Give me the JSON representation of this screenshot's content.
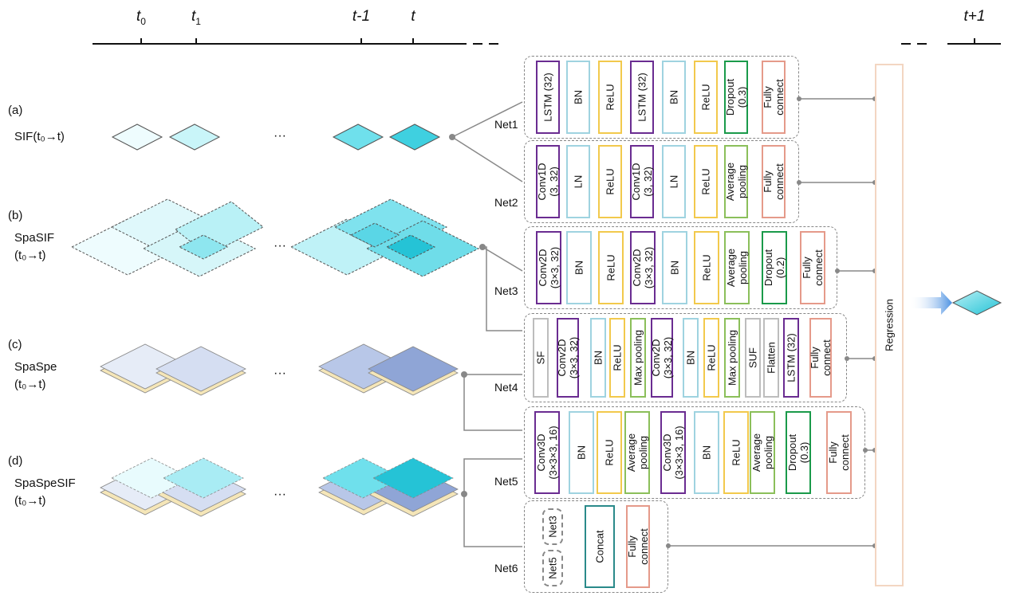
{
  "timeline": {
    "labels": [
      "t0",
      "t1",
      "t-1",
      "t",
      "t+1"
    ]
  },
  "rows": {
    "a": {
      "tag": "(a)",
      "label": "SIF(t₀→t)"
    },
    "b": {
      "tag": "(b)",
      "label1": "SpaSIF",
      "label2": "(t₀→t)"
    },
    "c": {
      "tag": "(c)",
      "label1": "SpaSpe",
      "label2": "(t₀→t)"
    },
    "d": {
      "tag": "(d)",
      "label1": "SpaSpeSIF",
      "label2": "(t₀→t)"
    },
    "ellipsis": "···"
  },
  "colors": {
    "purple": "#6a2c91",
    "lightblue": "#9fd3e0",
    "yellow": "#f2c94c",
    "green": "#1a9a4a",
    "olive": "#8bbf5a",
    "salmon": "#e59a8a",
    "gray": "#bdbdbd",
    "teal": "#2a8a8a",
    "cyan": "#3fd0e0"
  },
  "nets": [
    {
      "name": "Net1",
      "blocks": [
        {
          "text": "LSTM (32)",
          "color": "purple"
        },
        {
          "text": "BN",
          "color": "lightblue"
        },
        {
          "text": "ReLU",
          "color": "yellow"
        },
        {
          "text": "LSTM (32)",
          "color": "purple"
        },
        {
          "text": "BN",
          "color": "lightblue"
        },
        {
          "text": "ReLU",
          "color": "yellow"
        },
        {
          "text": "Dropout\n(0.3)",
          "color": "green"
        },
        {
          "text": "Fully\nconnect",
          "color": "salmon"
        }
      ]
    },
    {
      "name": "Net2",
      "blocks": [
        {
          "text": "Conv1D\n(3, 32)",
          "color": "purple"
        },
        {
          "text": "LN",
          "color": "lightblue"
        },
        {
          "text": "ReLU",
          "color": "yellow"
        },
        {
          "text": "Conv1D\n(3, 32)",
          "color": "purple"
        },
        {
          "text": "LN",
          "color": "lightblue"
        },
        {
          "text": "ReLU",
          "color": "yellow"
        },
        {
          "text": "Average\npooling",
          "color": "olive"
        },
        {
          "text": "Fully\nconnect",
          "color": "salmon"
        }
      ]
    },
    {
      "name": "Net3",
      "blocks": [
        {
          "text": "Conv2D\n(3×3, 32)",
          "color": "purple"
        },
        {
          "text": "BN",
          "color": "lightblue"
        },
        {
          "text": "ReLU",
          "color": "yellow"
        },
        {
          "text": "Conv2D\n(3×3, 32)",
          "color": "purple"
        },
        {
          "text": "BN",
          "color": "lightblue"
        },
        {
          "text": "ReLU",
          "color": "yellow"
        },
        {
          "text": "Average\npooling",
          "color": "olive"
        },
        {
          "text": "Dropout\n(0.2)",
          "color": "green"
        },
        {
          "text": "Fully\nconnect",
          "color": "salmon"
        }
      ]
    },
    {
      "name": "Net4",
      "blocks": [
        {
          "text": "SF",
          "color": "gray"
        },
        {
          "text": "Conv2D\n(3×3, 32)",
          "color": "purple"
        },
        {
          "text": "BN",
          "color": "lightblue"
        },
        {
          "text": "ReLU",
          "color": "yellow"
        },
        {
          "text": "Max pooling",
          "color": "olive"
        },
        {
          "text": "Conv2D\n(3×3, 32)",
          "color": "purple"
        },
        {
          "text": "BN",
          "color": "lightblue"
        },
        {
          "text": "ReLU",
          "color": "yellow"
        },
        {
          "text": "Max pooling",
          "color": "olive"
        },
        {
          "text": "SUF",
          "color": "gray"
        },
        {
          "text": "Flatten",
          "color": "gray"
        },
        {
          "text": "LSTM (32)",
          "color": "purple"
        },
        {
          "text": "Fully\nconnect",
          "color": "salmon"
        }
      ]
    },
    {
      "name": "Net5",
      "blocks": [
        {
          "text": "Conv3D\n(3×3×3, 16)",
          "color": "purple"
        },
        {
          "text": "BN",
          "color": "lightblue"
        },
        {
          "text": "ReLU",
          "color": "yellow"
        },
        {
          "text": "Average\npooling",
          "color": "olive"
        },
        {
          "text": "Conv3D\n(3×3×3, 16)",
          "color": "purple"
        },
        {
          "text": "BN",
          "color": "lightblue"
        },
        {
          "text": "ReLU",
          "color": "yellow"
        },
        {
          "text": "Average\npooling",
          "color": "olive"
        },
        {
          "text": "Dropout\n(0.3)",
          "color": "green"
        },
        {
          "text": "Fully\nconnect",
          "color": "salmon"
        }
      ]
    },
    {
      "name": "Net6",
      "blocks": [
        {
          "text": "Net3",
          "color": "gray"
        },
        {
          "text": "Net5",
          "color": "gray"
        },
        {
          "text": "Concat",
          "color": "teal"
        },
        {
          "text": "Fully\nconnect",
          "color": "salmon"
        }
      ]
    }
  ],
  "regression": "Regression"
}
